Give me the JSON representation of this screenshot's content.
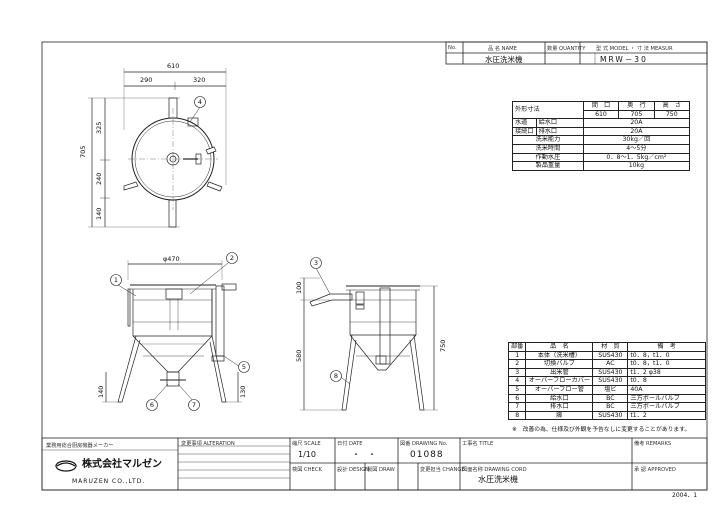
{
  "header": {
    "no_label": "No.",
    "name_label": "品 名 NAME",
    "qty_label": "数量 QUANTITY",
    "model_label": "型 式 MODEL ・ 寸 法 MEASUR",
    "product_name": "水圧洗米機",
    "model": "MRW－30"
  },
  "dims": {
    "width_total": "610",
    "w_left": "290",
    "w_right": "320",
    "h_total": "705",
    "h_top": "325",
    "h_mid": "240",
    "h_bottom": "140",
    "diameter": "φ470",
    "side_100": "100",
    "side_580": "580",
    "side_750": "750",
    "front_140": "140",
    "front_130": "130"
  },
  "callouts": [
    "1",
    "2",
    "3",
    "4",
    "5",
    "6",
    "7",
    "8"
  ],
  "spec": {
    "outer_label": "外形寸法",
    "col_headers": [
      "間　口",
      "奥　行",
      "高　さ"
    ],
    "outer_values": [
      "610",
      "705",
      "750"
    ],
    "rows": [
      {
        "group": "水道",
        "label": "給水口",
        "value": "20A"
      },
      {
        "group": "接続口",
        "label": "排水口",
        "value": "20A"
      },
      {
        "group": "",
        "label": "洗米能力",
        "value": "30kg／回"
      },
      {
        "group": "",
        "label": "洗米時間",
        "value": "4～5分"
      },
      {
        "group": "",
        "label": "作動水圧",
        "value": "0．8～1．5kg／cm²"
      },
      {
        "group": "",
        "label": "製品重量",
        "value": "10kg"
      }
    ]
  },
  "parts": {
    "headers": [
      "部番",
      "品　名",
      "材　質",
      "備　考"
    ],
    "rows": [
      [
        "1",
        "本体（洗米槽）",
        "SUS430",
        "t0．8，t1．0"
      ],
      [
        "2",
        "切換バルブ",
        "AC",
        "t0．8，t1．0"
      ],
      [
        "3",
        "出米管",
        "SUS430",
        "t1．2 φ38"
      ],
      [
        "4",
        "オーバーフローカバー",
        "SUS430",
        "t0．8"
      ],
      [
        "5",
        "オーバーフロー管",
        "塩ビ",
        "40A"
      ],
      [
        "6",
        "給水口",
        "BC",
        "三方ボールバルブ"
      ],
      [
        "7",
        "排水口",
        "BC",
        "三方ボールバルブ"
      ],
      [
        "8",
        "脚",
        "SUS430",
        "t1．2"
      ]
    ],
    "note": "※　改善の為、仕様及び外観を予告なしに変更することがあります。"
  },
  "titleblock": {
    "company_jp": "業務用総合厨房機器メーカー",
    "company_logo_text": "株式会社マルゼン",
    "company_en": "MARUZEN CO.,LTD.",
    "alteration_label": "変更事項 ALTERATION",
    "scale_label": "縮尺 SCALE",
    "scale_value": "1/10",
    "date_label": "日付 DATE",
    "date_value": "・　・",
    "drawing_no_label": "図番 DRAWING No.",
    "drawing_no": "01088",
    "title_label": "工事名 TITLE",
    "remarks_label": "備考 REMARKS",
    "check_label": "検図 CHECK",
    "design_label": "設計 DESIGN",
    "draw_label": "製図 DRAW",
    "change_label": "変更担当 CHANGE",
    "drawing_cord_label": "図面名称 DRAWING CORD",
    "drawing_name": "水圧洗米機",
    "approved_label": "承 認 APPROVED",
    "date_footer": "2004．1"
  }
}
